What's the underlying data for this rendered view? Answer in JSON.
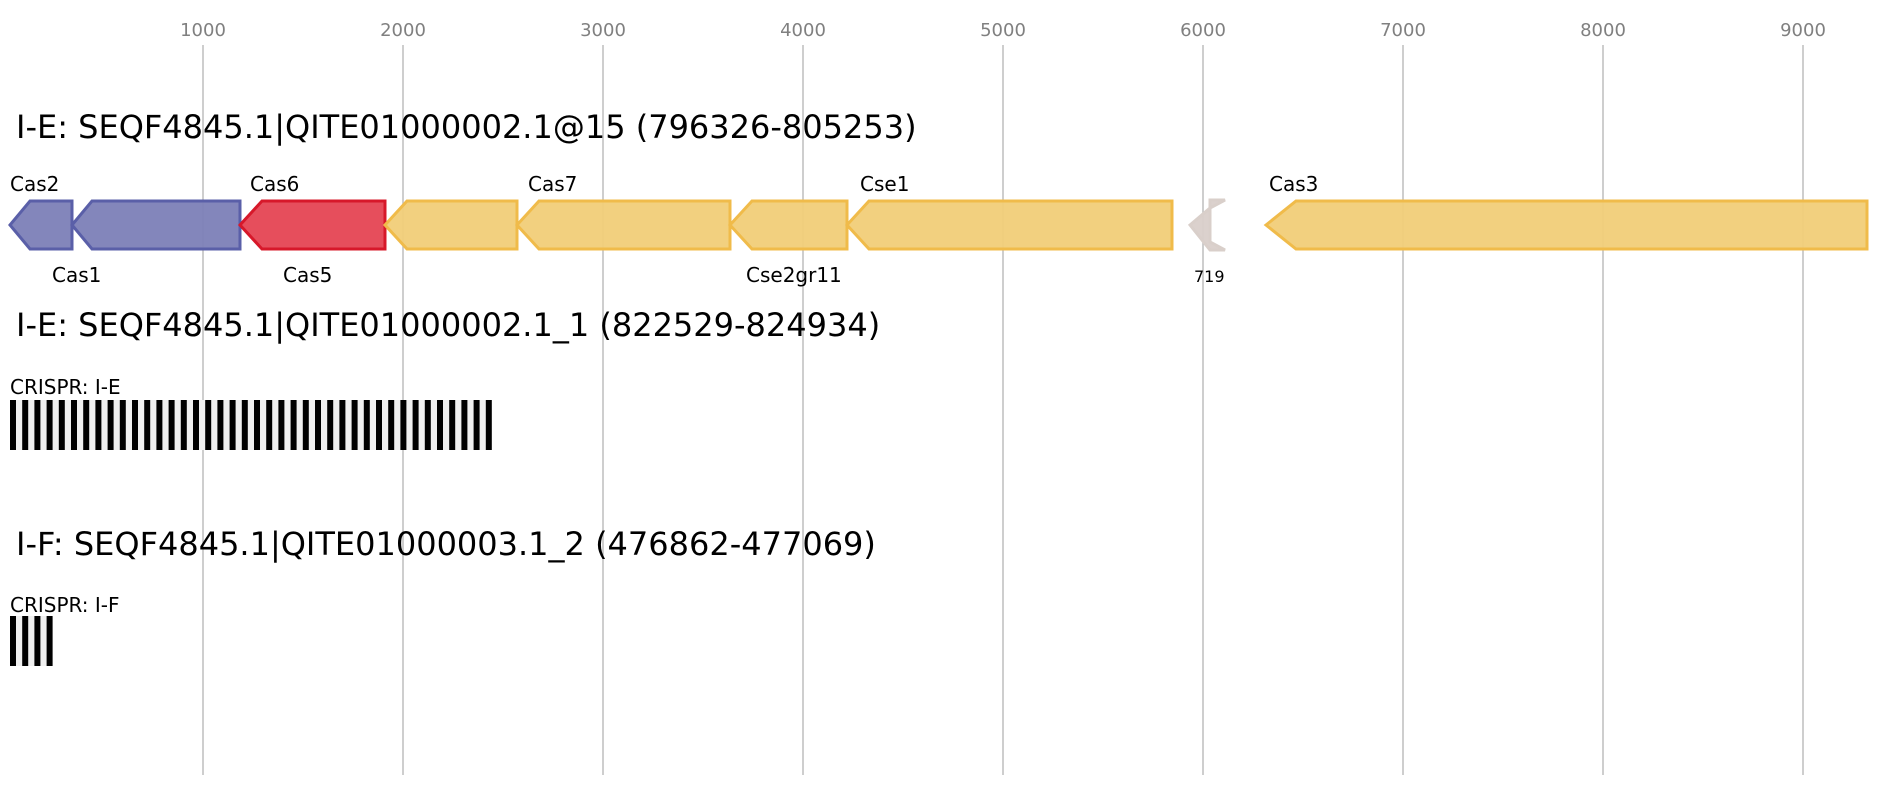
{
  "axis": {
    "ticks": [
      "1000",
      "2000",
      "3000",
      "4000",
      "5000",
      "6000",
      "7000",
      "8000",
      "9000"
    ],
    "tick_color": "#808080",
    "grid_color": "#bdbdbd"
  },
  "colors": {
    "blue_fill": "#7c7fb7",
    "blue_stroke": "#5a5fa8",
    "red_fill": "#e54553",
    "red_stroke": "#d7182a",
    "yellow_fill": "#f1cd78",
    "yellow_stroke": "#f0bb4a",
    "gray_fill": "#d9cfca"
  },
  "loci": [
    {
      "title": "I-E: SEQF4845.1|QITE01000002.1@15 (796326-805253)",
      "genes": [
        {
          "label": "Cas2",
          "color": "blue"
        },
        {
          "label": "Cas1",
          "color": "blue"
        },
        {
          "label": "Cas6",
          "color": "red"
        },
        {
          "label": "Cas5",
          "color": "yellow"
        },
        {
          "label": "Cas7",
          "color": "yellow"
        },
        {
          "label": "Cse2gr11",
          "color": "yellow"
        },
        {
          "label": "Cse1",
          "color": "yellow"
        },
        {
          "label": "719",
          "color": "gray"
        },
        {
          "label": "Cas3",
          "color": "yellow"
        }
      ]
    },
    {
      "title": "I-E: SEQF4845.1|QITE01000002.1_1 (822529-824934)",
      "crispr_label": "CRISPR: I-E",
      "repeats": 40
    },
    {
      "title": "I-F: SEQF4845.1|QITE01000003.1_2 (476862-477069)",
      "crispr_label": "CRISPR: I-F",
      "repeats": 4
    }
  ]
}
